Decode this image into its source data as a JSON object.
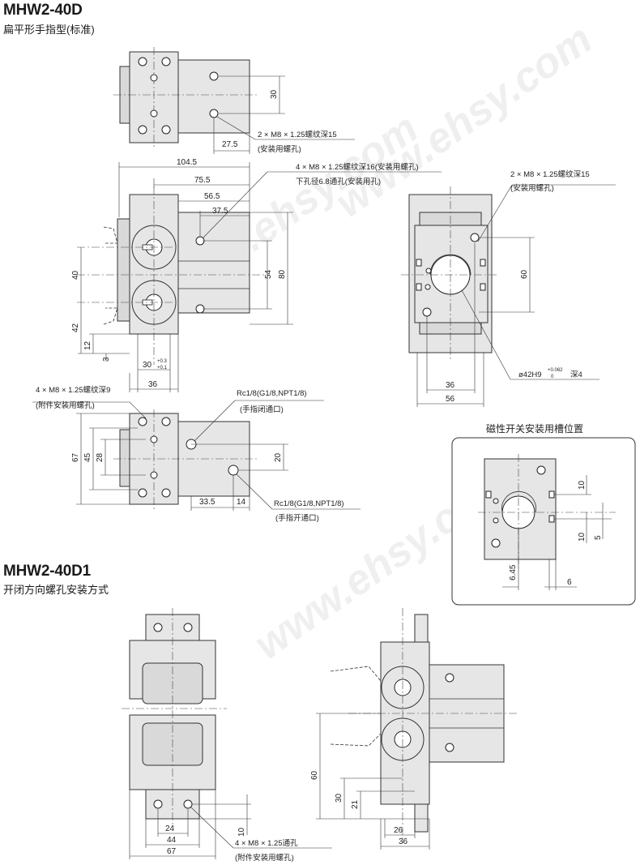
{
  "sections": [
    {
      "model": "MHW2-40D",
      "subtitle": "扁平形手指型(标准)"
    },
    {
      "model": "MHW2-40D1",
      "subtitle": "开闭方向螺孔安装方式"
    }
  ],
  "watermark": "www.ehsy.com",
  "switch_box": {
    "title": "磁性开关安装用槽位置"
  },
  "notes": {
    "mount_2xm8_top": "2 × M8 × 1.25螺纹深15",
    "mount_2xm8_top_sub": "(安装用螺孔)",
    "mount_4xm8_16": "4 × M8 × 1.25螺纹深16(安装用螺孔)",
    "mount_4xm8_16_sub": "下孔径6.8通孔(安装用孔)",
    "mount_2xm8_right": "2 × M8 × 1.25螺纹深15",
    "mount_2xm8_right_sub": "(安装用螺孔)",
    "bore": "ø42H9",
    "bore_tol_upper": "+0.062",
    "bore_tol_lower": "0",
    "bore_depth": "深4",
    "att_4xm8_9": "4 × M8 × 1.25螺纹深9",
    "att_4xm8_9_sub": "(附件安装用螺孔)",
    "port_close": "Rc1/8(G1/8,NPT1/8)",
    "port_close_sub": "(手指闭通口)",
    "port_open": "Rc1/8(G1/8,NPT1/8)",
    "port_open_sub": "(手指开通口)",
    "att_4xm8_thru": "4 × M8 × 1.25通孔",
    "att_4xm8_thru_sub": "(附件安装用螺孔)"
  },
  "dims": {
    "top_30": "30",
    "top_27_5": "27.5",
    "d104_5": "104.5",
    "d75_5": "75.5",
    "d56_5": "56.5",
    "d37_5": "37.5",
    "d40": "40",
    "d42": "42",
    "d12": "12",
    "d3": "3",
    "d54": "54",
    "d80": "80",
    "d30": "30",
    "d30_tol_upper": "+0.3",
    "d30_tol_lower": "+0.1",
    "d36": "36",
    "r60": "60",
    "r36": "36",
    "r56": "56",
    "b67": "67",
    "b45": "45",
    "b28": "28",
    "b20": "20",
    "b33_5": "33.5",
    "b14": "14",
    "s10a": "10",
    "s10b": "10",
    "s5": "5",
    "s6_45": "6.45",
    "s6": "6",
    "l24": "24",
    "l44": "44",
    "l67": "67",
    "l10": "10",
    "r2_60": "60",
    "r2_30": "30",
    "r2_21": "21",
    "r2_26": "26",
    "r2_36": "36"
  }
}
